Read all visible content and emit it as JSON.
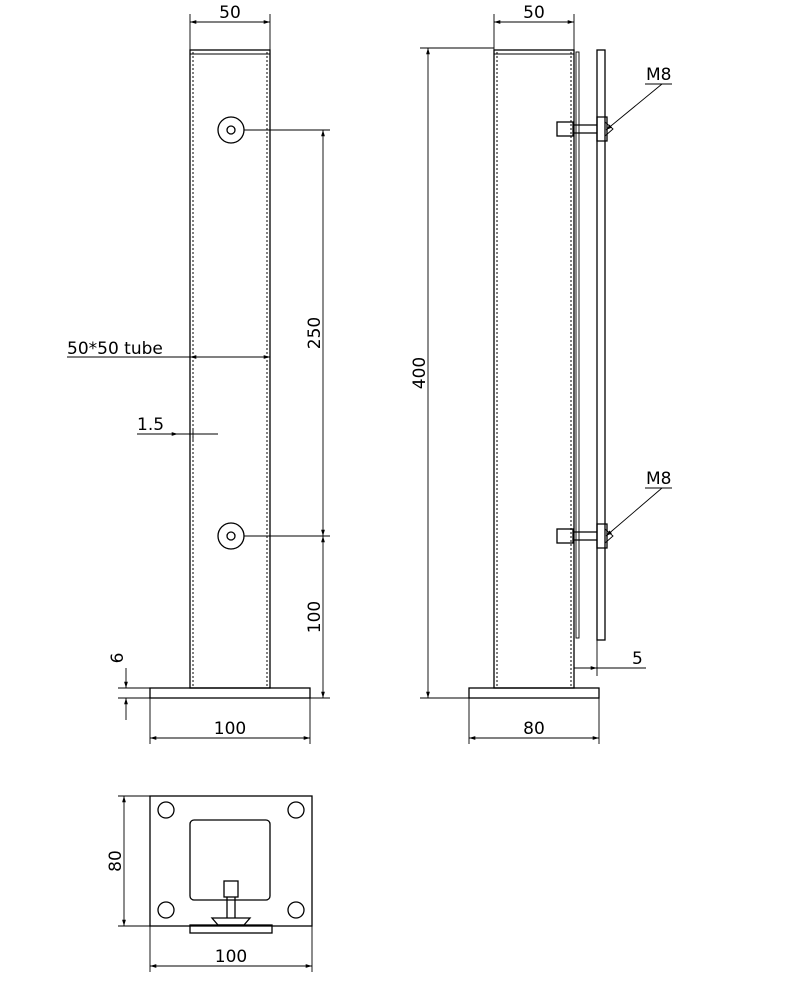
{
  "drawing": {
    "front_view": {
      "top_width": "50",
      "hole_spacing": "250",
      "bottom_hole_height": "100",
      "tube_label": "50*50 tube",
      "wall_thickness": "1.5",
      "plate_thickness": "6",
      "plate_width": "100"
    },
    "side_view": {
      "top_width": "50",
      "height": "400",
      "bolt_top": "M8",
      "bolt_bottom": "M8",
      "gap": "5",
      "plate_width": "80"
    },
    "plan_view": {
      "plate_depth": "80",
      "plate_width": "100"
    }
  }
}
